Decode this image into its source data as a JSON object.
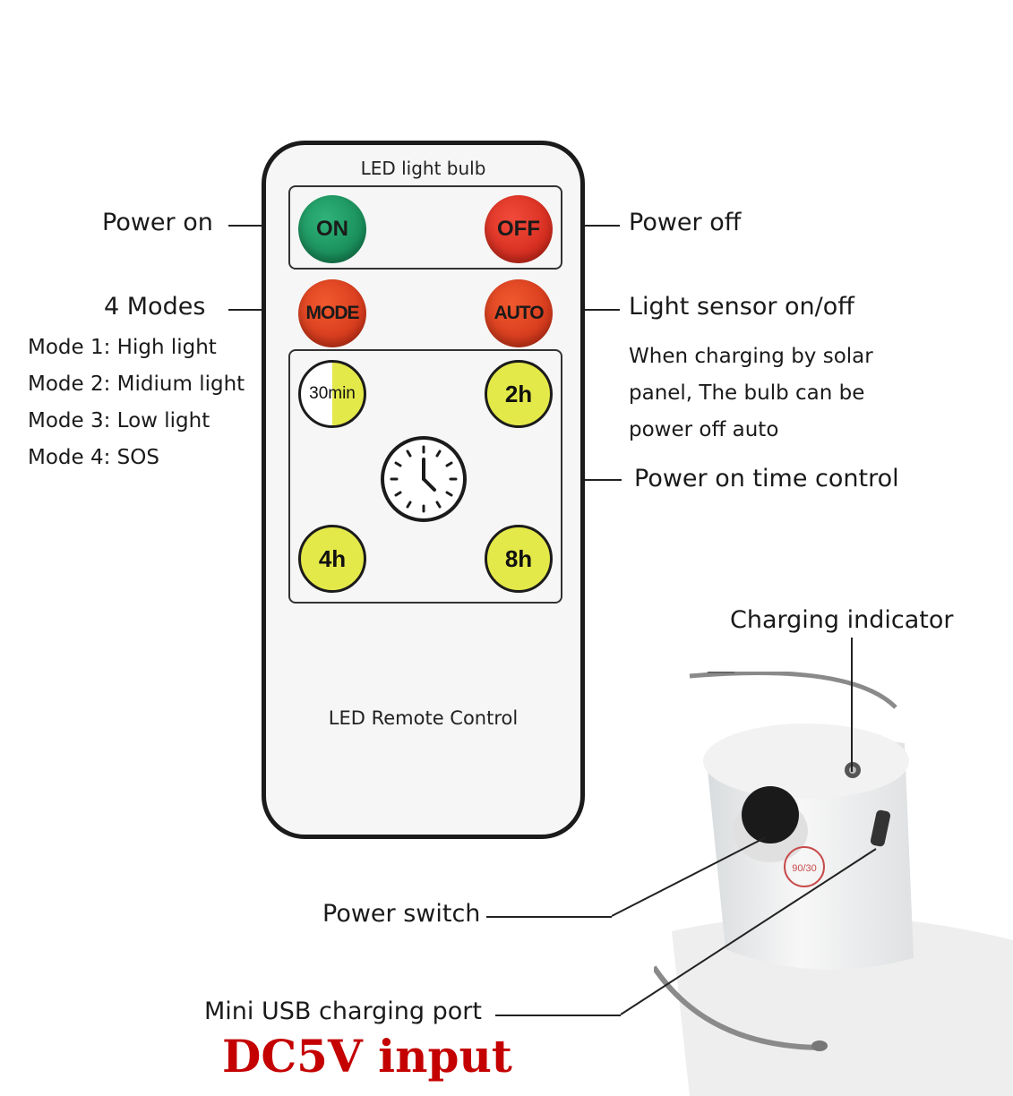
{
  "remote": {
    "title": "LED light bulb",
    "footer": "LED Remote Control",
    "buttons": {
      "on": "ON",
      "off": "OFF",
      "mode": "MODE",
      "auto": "AUTO",
      "t30": "30min",
      "t2h": "2h",
      "t4h": "4h",
      "t8h": "8h"
    }
  },
  "labels": {
    "power_on": "Power on",
    "power_off": "Power off",
    "modes": "4 Modes",
    "mode1": "Mode 1: High light",
    "mode2": "Mode 2: Midium light",
    "mode3": "Mode 3: Low light",
    "mode4": "Mode 4: SOS",
    "light_sensor": "Light sensor on/off",
    "solar_line1": "When charging by solar",
    "solar_line2": "panel, The bulb can be",
    "solar_line3": "power off auto",
    "time_control": "Power on time control",
    "charging_indicator": "Charging indicator",
    "power_switch": "Power switch",
    "usb_port": "Mini USB charging port",
    "dc_input": "DC5V input",
    "stamp": "90/30"
  },
  "colors": {
    "on_button": "#15915c",
    "off_button": "#de2d1f",
    "mode_button": "#e0421f",
    "timer_yellow": "#e4e94a",
    "dc_red": "#c40000"
  }
}
